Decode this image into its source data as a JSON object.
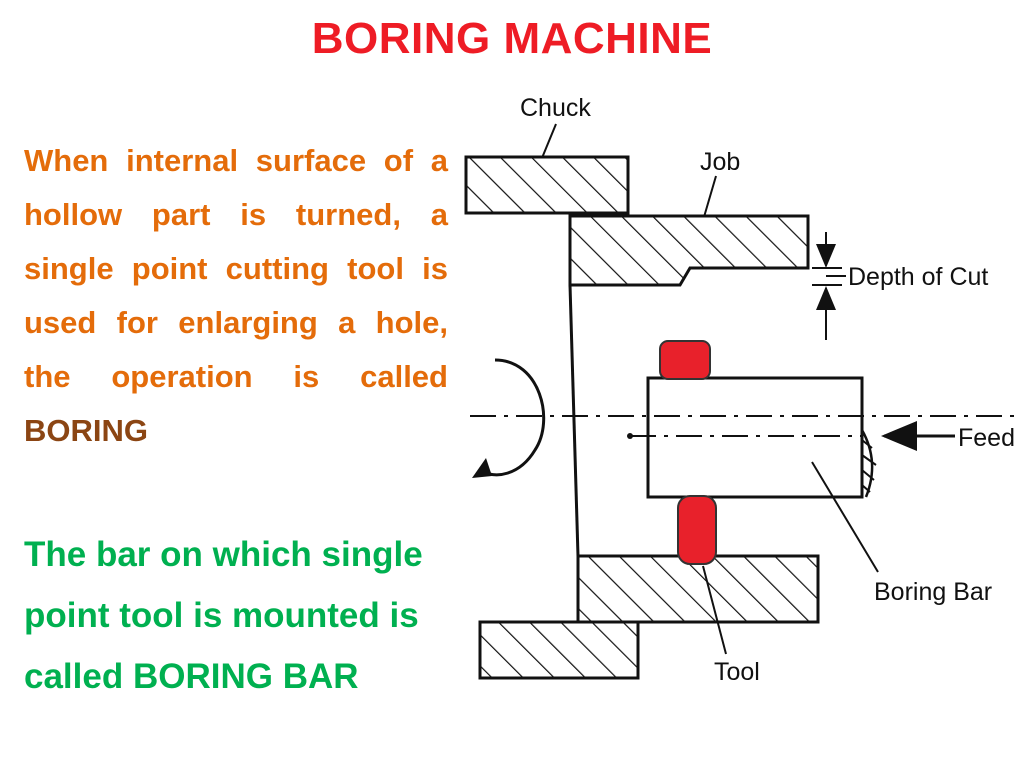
{
  "title": "BORING MACHINE",
  "paragraph1": {
    "text": "When internal surface of a hollow part is turned, a single point cutting tool is used for enlarging a hole, the operation is called",
    "keyword": "BORING"
  },
  "paragraph2": {
    "text": "The bar on which single point tool is mounted is called",
    "keyword": "BORING BAR"
  },
  "diagram": {
    "labels": {
      "chuck": "Chuck",
      "job": "Job",
      "depth_of_cut": "Depth of Cut",
      "feed": "Feed",
      "boring_bar": "Boring Bar",
      "tool": "Tool"
    },
    "colors": {
      "tool": "#e8212b",
      "line": "#111111"
    }
  },
  "colors": {
    "title": "#ee1c25",
    "paragraph1": "#e46c0a",
    "keyword1": "#8b4513",
    "paragraph2": "#00b050"
  }
}
